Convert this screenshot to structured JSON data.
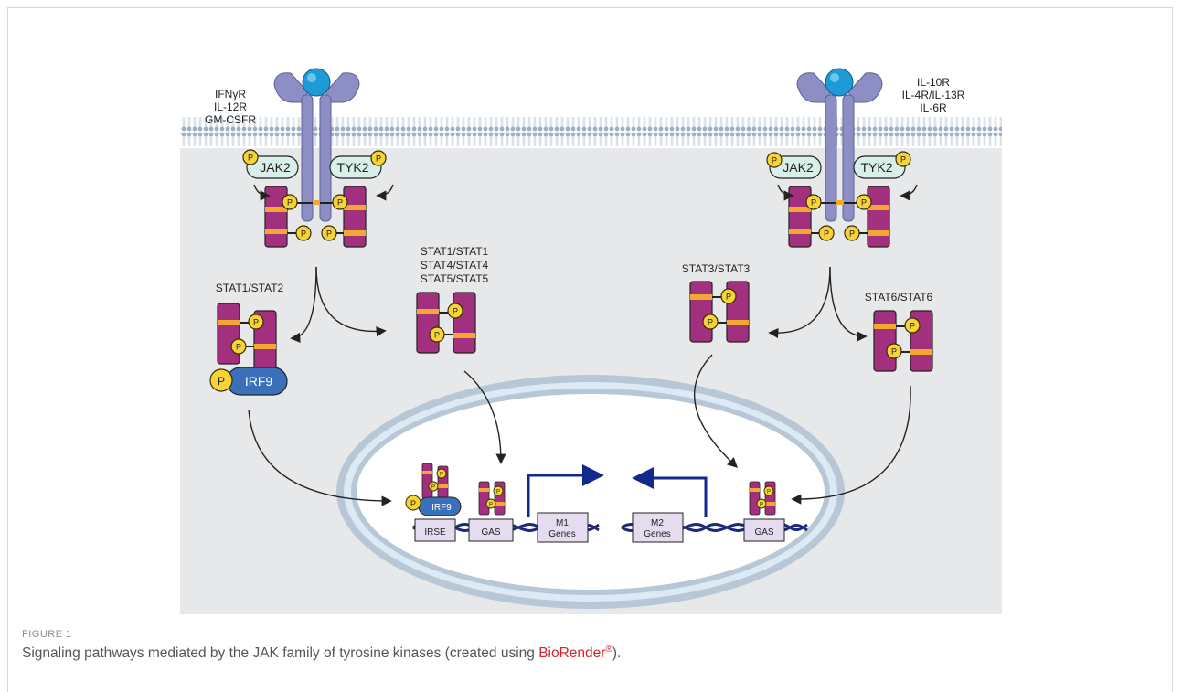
{
  "figure": {
    "label": "FIGURE 1",
    "caption_prefix": "Signaling pathways mediated by the JAK family of tyrosine kinases (created using ",
    "caption_link": "BioRender",
    "caption_reg": "®",
    "caption_suffix": ")."
  },
  "receptors": {
    "left_lines": [
      "IFNγR",
      "IL-12R",
      "GM-CSFR"
    ],
    "right_lines": [
      "IL-10R",
      "IL-4R/IL-13R",
      "IL-6R"
    ]
  },
  "kinases": {
    "jak": "JAK2",
    "tyk": "TYK2",
    "p": "P"
  },
  "dimers": {
    "stat12": "STAT1/STAT2",
    "stat_multi": [
      "STAT1/STAT1",
      "STAT4/STAT4",
      "STAT5/STAT5"
    ],
    "stat33": "STAT3/STAT3",
    "stat66": "STAT6/STAT6"
  },
  "irf9": "IRF9",
  "nucleus": {
    "irse": "IRSE",
    "gas": "GAS",
    "m1_lines": [
      "M1",
      "Genes"
    ],
    "m2_lines": [
      "M2",
      "Genes"
    ]
  },
  "colors": {
    "stat": "#a3307e",
    "stat_bar": "#f0a830",
    "phospho": "#f6d437",
    "receptor": "#8d8ec4",
    "ligand": "#1e9ad6",
    "kinase_fill": "#d9efe9",
    "irf9": "#3a6fba",
    "membrane": "#a9b6c4",
    "cytoplasm": "#e7e8ea",
    "nucleus_ring": "#a9bccd",
    "dna": "#1d2a7a",
    "box_fill": "#e6dcef"
  }
}
